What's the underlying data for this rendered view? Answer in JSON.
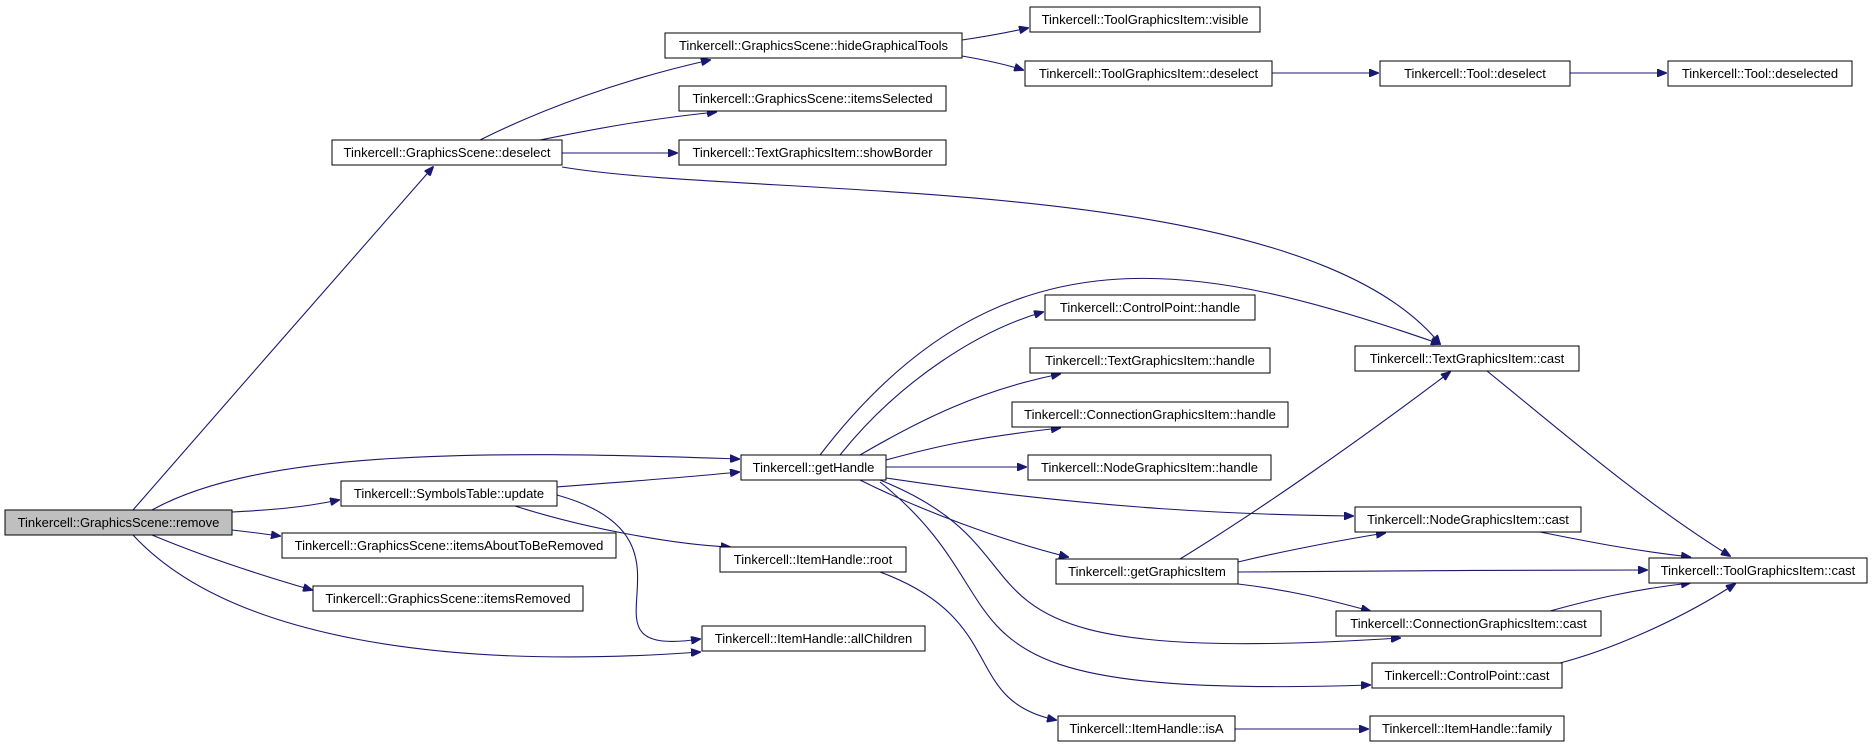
{
  "graph": {
    "edge_color": "#191970",
    "root_fill": "#bfbfbf",
    "nodes": [
      {
        "id": "remove",
        "label": "Tinkercell::GraphicsScene::remove",
        "root": true
      },
      {
        "id": "deselect",
        "label": "Tinkercell::GraphicsScene::deselect"
      },
      {
        "id": "hideTools",
        "label": "Tinkercell::GraphicsScene::hideGraphicalTools"
      },
      {
        "id": "itemsSelected",
        "label": "Tinkercell::GraphicsScene::itemsSelected"
      },
      {
        "id": "showBorder",
        "label": "Tinkercell::TextGraphicsItem::showBorder"
      },
      {
        "id": "tgiVisible",
        "label": "Tinkercell::ToolGraphicsItem::visible"
      },
      {
        "id": "tgiDeselect",
        "label": "Tinkercell::ToolGraphicsItem::deselect"
      },
      {
        "id": "toolDeselect",
        "label": "Tinkercell::Tool::deselect"
      },
      {
        "id": "toolDeselected",
        "label": "Tinkercell::Tool::deselected"
      },
      {
        "id": "symUpdate",
        "label": "Tinkercell::SymbolsTable::update"
      },
      {
        "id": "aboutToRemove",
        "label": "Tinkercell::GraphicsScene::itemsAboutToBeRemoved"
      },
      {
        "id": "itemsRemoved",
        "label": "Tinkercell::GraphicsScene::itemsRemoved"
      },
      {
        "id": "getHandle",
        "label": "Tinkercell::getHandle"
      },
      {
        "id": "ihRoot",
        "label": "Tinkercell::ItemHandle::root"
      },
      {
        "id": "ihAllChildren",
        "label": "Tinkercell::ItemHandle::allChildren"
      },
      {
        "id": "cpHandle",
        "label": "Tinkercell::ControlPoint::handle"
      },
      {
        "id": "txtHandle",
        "label": "Tinkercell::TextGraphicsItem::handle"
      },
      {
        "id": "connHandle",
        "label": "Tinkercell::ConnectionGraphicsItem::handle"
      },
      {
        "id": "nodeHandle",
        "label": "Tinkercell::NodeGraphicsItem::handle"
      },
      {
        "id": "getGraphicsItem",
        "label": "Tinkercell::getGraphicsItem"
      },
      {
        "id": "ihIsA",
        "label": "Tinkercell::ItemHandle::isA"
      },
      {
        "id": "txtCast",
        "label": "Tinkercell::TextGraphicsItem::cast"
      },
      {
        "id": "nodeCast",
        "label": "Tinkercell::NodeGraphicsItem::cast"
      },
      {
        "id": "toolCast",
        "label": "Tinkercell::ToolGraphicsItem::cast"
      },
      {
        "id": "connCast",
        "label": "Tinkercell::ConnectionGraphicsItem::cast"
      },
      {
        "id": "cpCast",
        "label": "Tinkercell::ControlPoint::cast"
      },
      {
        "id": "ihFamily",
        "label": "Tinkercell::ItemHandle::family"
      }
    ],
    "edges": [
      [
        "remove",
        "deselect"
      ],
      [
        "remove",
        "getHandle"
      ],
      [
        "remove",
        "symUpdate"
      ],
      [
        "remove",
        "aboutToRemove"
      ],
      [
        "remove",
        "itemsRemoved"
      ],
      [
        "remove",
        "ihAllChildren"
      ],
      [
        "deselect",
        "hideTools"
      ],
      [
        "deselect",
        "itemsSelected"
      ],
      [
        "deselect",
        "showBorder"
      ],
      [
        "deselect",
        "txtCast"
      ],
      [
        "hideTools",
        "tgiVisible"
      ],
      [
        "hideTools",
        "tgiDeselect"
      ],
      [
        "tgiDeselect",
        "toolDeselect"
      ],
      [
        "toolDeselect",
        "toolDeselected"
      ],
      [
        "symUpdate",
        "getHandle"
      ],
      [
        "symUpdate",
        "ihRoot"
      ],
      [
        "symUpdate",
        "ihAllChildren"
      ],
      [
        "getHandle",
        "txtCast"
      ],
      [
        "getHandle",
        "cpHandle"
      ],
      [
        "getHandle",
        "txtHandle"
      ],
      [
        "getHandle",
        "connHandle"
      ],
      [
        "getHandle",
        "nodeHandle"
      ],
      [
        "getHandle",
        "nodeCast"
      ],
      [
        "getHandle",
        "getGraphicsItem"
      ],
      [
        "getHandle",
        "connCast"
      ],
      [
        "getHandle",
        "cpCast"
      ],
      [
        "getGraphicsItem",
        "txtCast"
      ],
      [
        "getGraphicsItem",
        "nodeCast"
      ],
      [
        "getGraphicsItem",
        "toolCast"
      ],
      [
        "getGraphicsItem",
        "connCast"
      ],
      [
        "txtCast",
        "toolCast"
      ],
      [
        "nodeCast",
        "toolCast"
      ],
      [
        "connCast",
        "toolCast"
      ],
      [
        "cpCast",
        "toolCast"
      ],
      [
        "ihRoot",
        "ihIsA"
      ],
      [
        "ihIsA",
        "ihFamily"
      ]
    ]
  }
}
